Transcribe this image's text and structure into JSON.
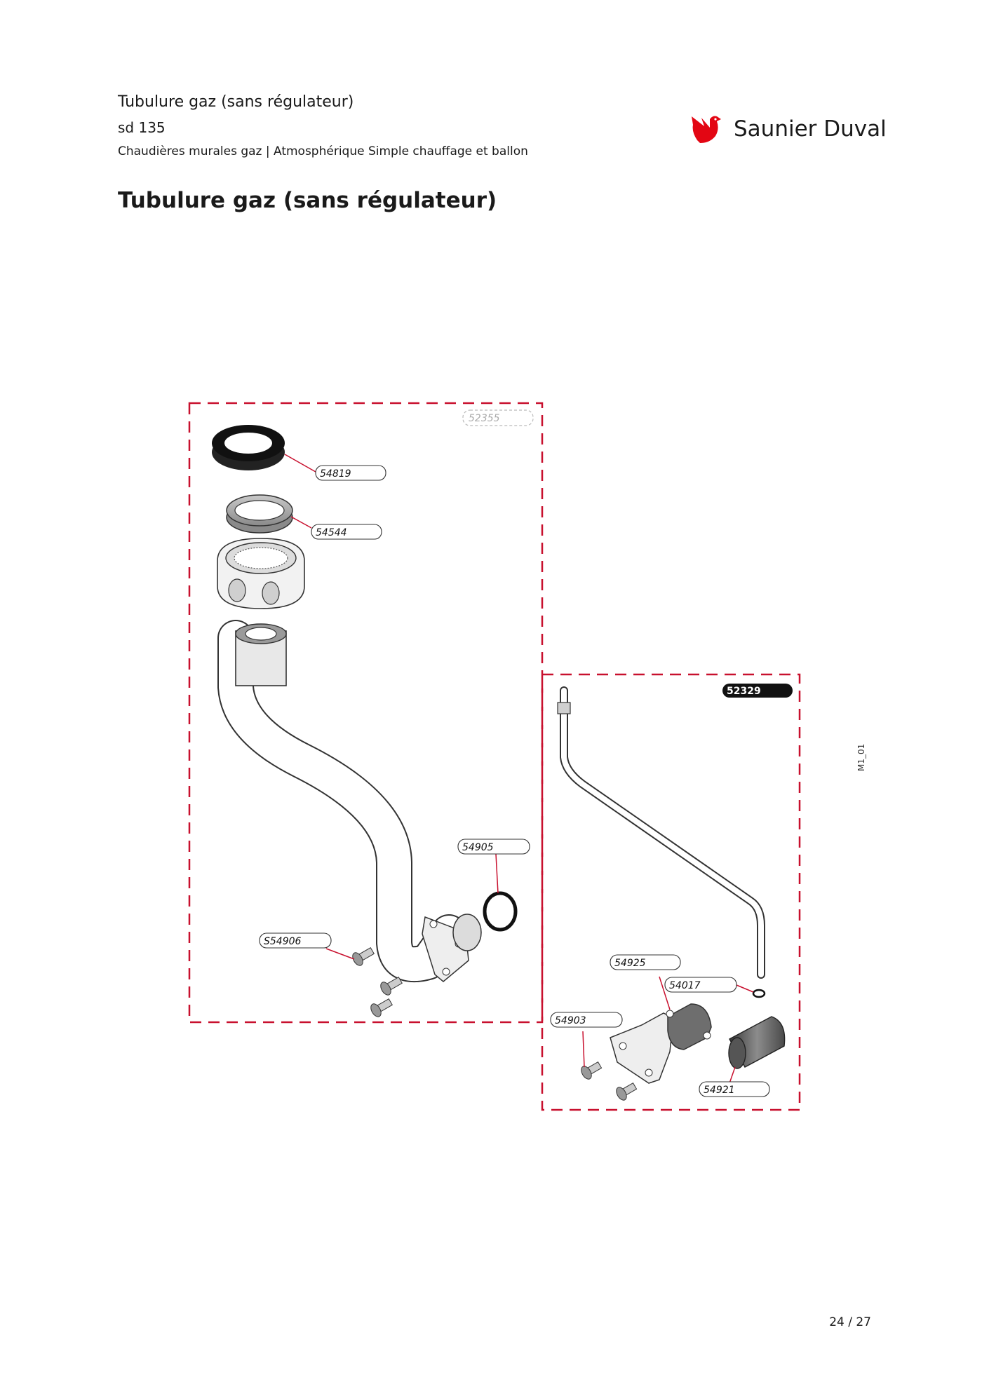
{
  "header": {
    "title": "Tubulure gaz (sans régulateur)",
    "model": "sd 135",
    "category": "Chaudières murales gaz | Atmosphérique Simple chauffage et ballon"
  },
  "brand": {
    "name": "Saunier Duval",
    "color": "#e30613"
  },
  "main_title": "Tubulure gaz (sans régulateur)",
  "diagram": {
    "groups": [
      "52355",
      "52329"
    ],
    "parts": {
      "p54819": "54819",
      "p54544": "54544",
      "p54905": "54905",
      "pS54906": "S54906",
      "p54925": "54925",
      "p54017": "54017",
      "p54903": "54903",
      "p54921": "54921"
    },
    "side_code": "M1_01",
    "frame_color": "#c8102e"
  },
  "footer": {
    "page": "24 / 27"
  }
}
